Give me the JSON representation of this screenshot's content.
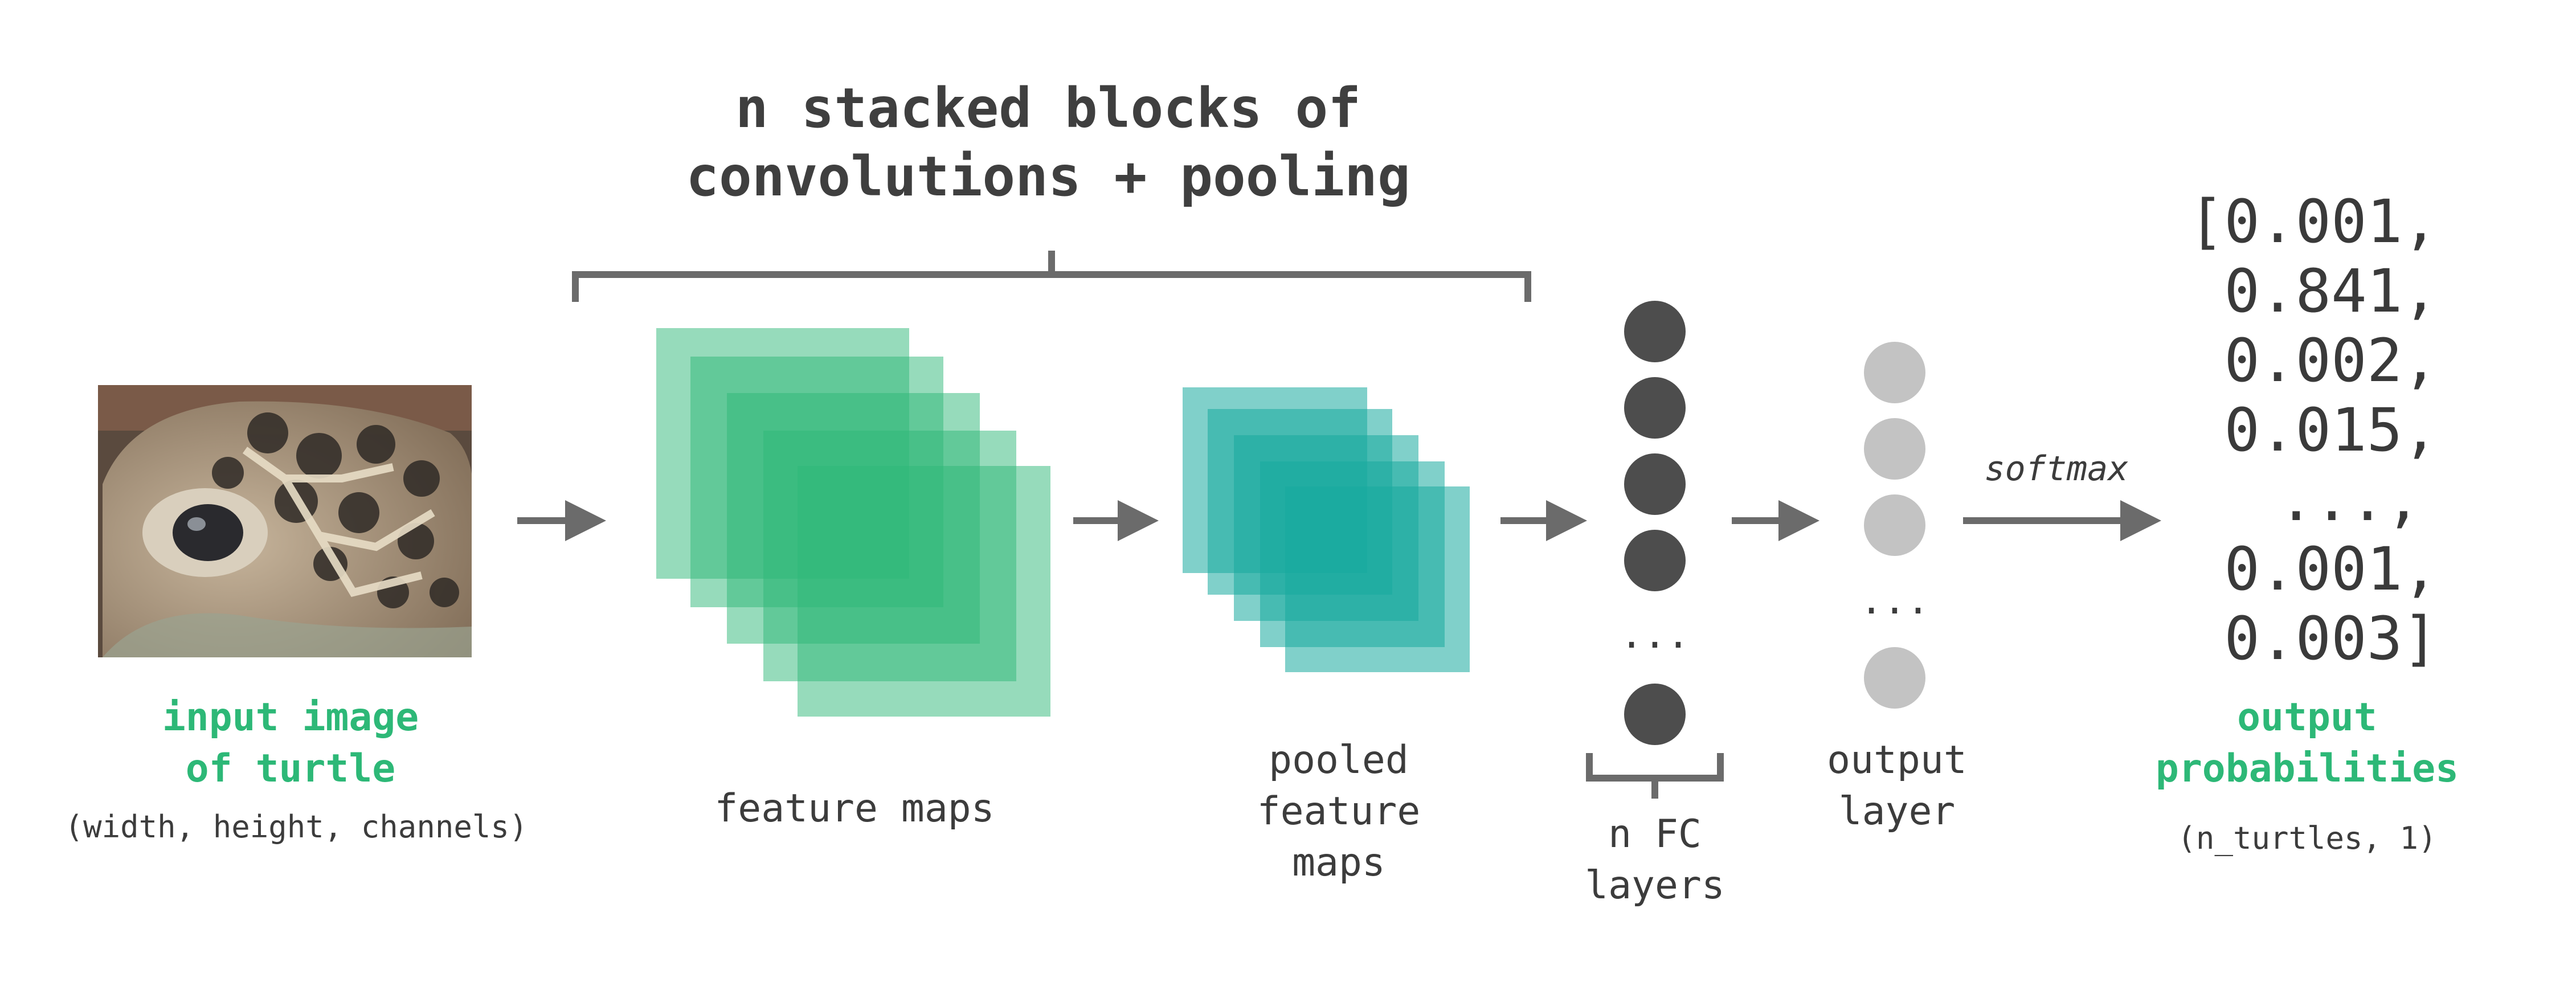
{
  "title": {
    "line1": "n stacked blocks of",
    "line2": "convolutions + pooling"
  },
  "input": {
    "label_line1": "input image",
    "label_line2": "of turtle",
    "shape": "(width, height, channels)"
  },
  "feature_maps": {
    "label": "feature maps"
  },
  "pooled": {
    "line1": "pooled",
    "line2": "feature",
    "line3": "maps"
  },
  "fc": {
    "line1": "n FC",
    "line2": "layers",
    "ellipsis": "..."
  },
  "output_layer": {
    "line1": "output",
    "line2": "layer",
    "ellipsis": "..."
  },
  "softmax": "softmax",
  "probabilities": {
    "values": [
      "[0.001,",
      "0.841,",
      "0.002,",
      "0.015,",
      "...,",
      "0.001,",
      "0.003]"
    ],
    "label_line1": "output",
    "label_line2": "probabilities",
    "shape": "(n_turtles, 1)"
  },
  "colors": {
    "accent_green": "#2db877",
    "teal": "#17a99f",
    "arrow": "#6b6b6b",
    "fc_node": "#4d4d4d",
    "output_node": "#c3c3c3"
  }
}
